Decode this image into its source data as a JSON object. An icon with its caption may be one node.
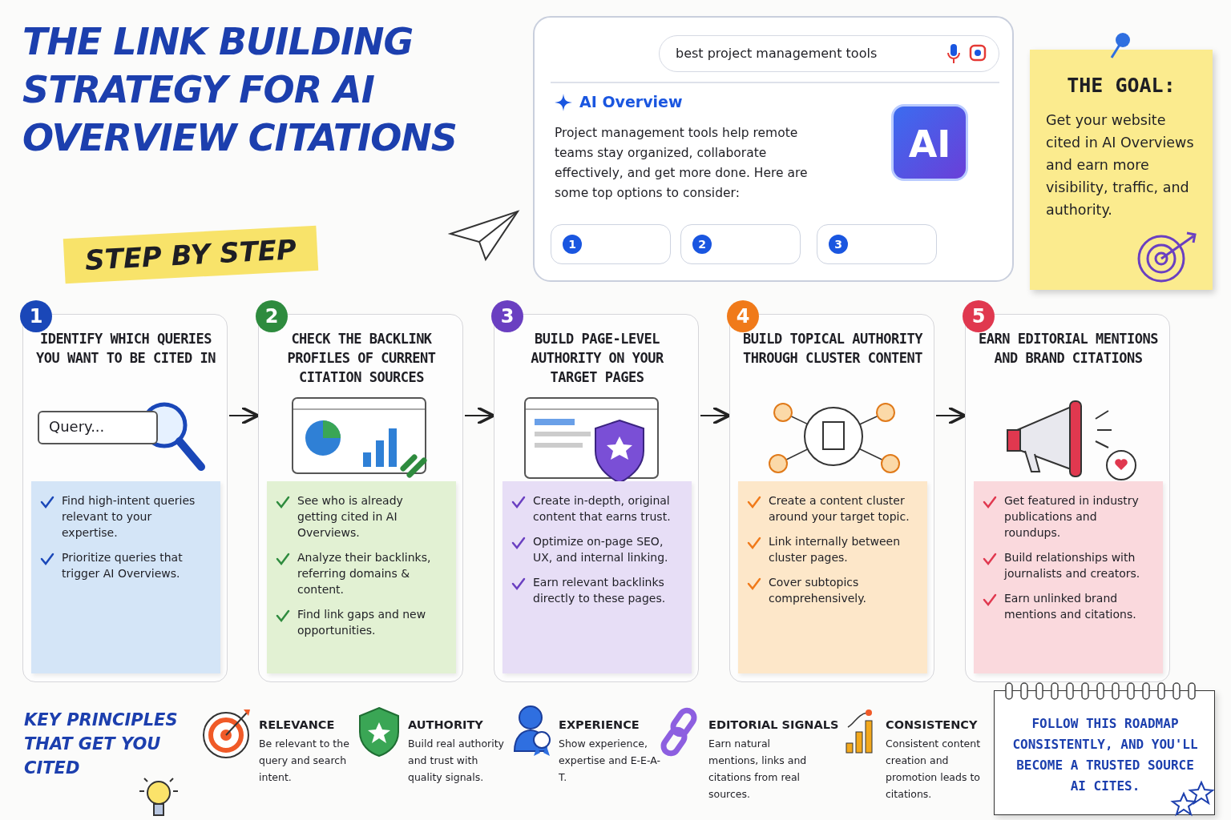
{
  "diagram": {
    "title": "THE LINK BUILDING STRATEGY FOR AI OVERVIEW CITATIONS",
    "nodes": [
      {
        "text": [
          "best project management tools",
          "AI Overview",
          "Project management tools help remote teams stay organized, collaborate effectively, and get more done. Here are some top options to consider:"
        ]
      },
      {
        "text": [
          "1"
        ],
        "in": 0
      },
      {
        "text": [
          "2"
        ],
        "in": 0
      },
      {
        "text": [
          "3"
        ],
        "in": 0
      },
      {
        "text": [
          "AI"
        ],
        "in": 0
      },
      {
        "text": [
          "THE GOAL:",
          "Get your website cited in AI Overviews and earn more visibility, traffic, and authority."
        ]
      },
      {
        "text": [
          "1",
          "IDENTIFY WHICH QUERIES YOU WANT TO BE CITED IN"
        ]
      },
      {
        "text": [
          "Query..."
        ],
        "in": 6
      },
      {
        "text": [
          "Find high-intent queries relevant to your expertise.",
          "Prioritize queries that trigger AI Overviews."
        ],
        "in": 6
      },
      {
        "text": [
          "2",
          "CHECK THE BACKLINK PROFILES OF CURRENT CITATION SOURCES"
        ]
      },
      {
        "text": [
          "See who is already getting cited in AI Overviews.",
          "Analyze their backlinks, referring domains & content.",
          "Find link gaps and new opportunities."
        ],
        "in": 9
      },
      {
        "text": [
          "3",
          "BUILD PAGE-LEVEL AUTHORITY ON YOUR TARGET PAGES"
        ]
      },
      {
        "text": [
          "Create in-depth, original content that earns trust.",
          "Optimize on-page SEO, UX, and internal linking.",
          "Earn relevant backlinks directly to these pages."
        ],
        "in": 11
      },
      {
        "text": [
          "4",
          "BUILD TOPICAL AUTHORITY THROUGH CLUSTER CONTENT"
        ]
      },
      {
        "text": [
          "Create a content cluster around your target topic.",
          "Link internally between cluster pages.",
          "Cover subtopics comprehensively."
        ],
        "in": 13
      },
      {
        "text": [
          "5",
          "EARN EDITORIAL MENTIONS AND BRAND CITATIONS"
        ]
      },
      {
        "text": [
          "Get featured in industry publications and roundups.",
          "Build relationships with journalists and creators.",
          "Earn unlinked brand mentions and citations."
        ],
        "in": 15
      },
      {
        "text": [
          "FOLLOW THIS ROADMAP CONSISTENTLY, AND YOU'LL BECOME A TRUSTED SOURCE AI CITES."
        ]
      }
    ],
    "edges": [
      {
        "from": 6,
        "to": 9,
        "arrow": "to"
      },
      {
        "from": 9,
        "to": 11,
        "arrow": "to"
      },
      {
        "from": 11,
        "to": 13,
        "arrow": "to"
      },
      {
        "from": 13,
        "to": 15,
        "arrow": "to"
      }
    ],
    "labels": [
      "STEP BY STEP",
      "KEY PRINCIPLES THAT GET YOU CITED",
      "RELEVANCE",
      "Be relevant to the query and search intent.",
      "AUTHORITY",
      "Build real authority and trust with quality signals.",
      "EXPERIENCE",
      "Show experience, expertise and E-E-A-T.",
      "EDITORIAL SIGNALS",
      "Earn natural mentions, links and citations from real sources.",
      "CONSISTENCY",
      "Consistent content creation and promotion leads to citations."
    ]
  }
}
